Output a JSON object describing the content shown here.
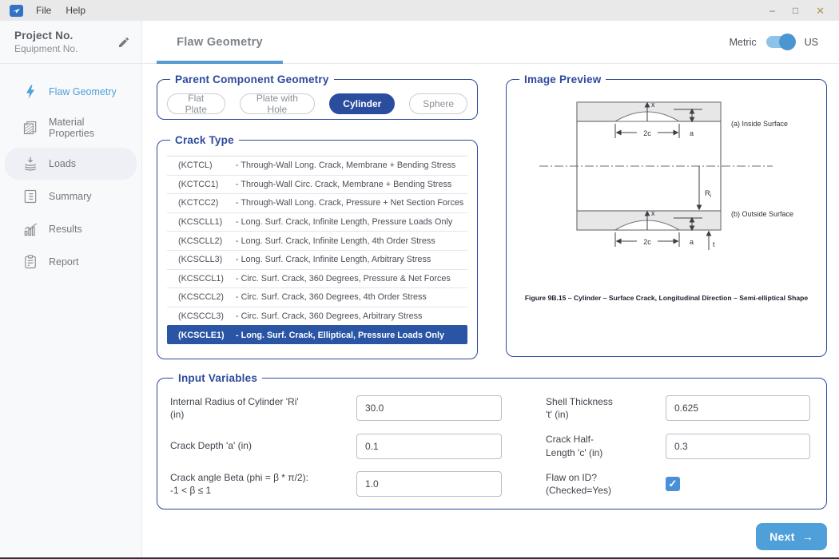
{
  "colors": {
    "accent_dark": "#2a4d9e",
    "accent_blue": "#4f9fd9",
    "selected_row": "#2a55a5",
    "close_button": "#b0954d",
    "tab_underline": "#5b9bd5"
  },
  "titlebar": {
    "menus": [
      "File",
      "Help"
    ],
    "minimize": "–",
    "maximize": "□",
    "close": "✕"
  },
  "sidebar": {
    "project_no": "Project No.",
    "equipment_no": "Equipment No.",
    "items": [
      {
        "label": "Flaw Geometry",
        "active": true
      },
      {
        "label": "Material Properties",
        "active": false
      },
      {
        "label": "Loads",
        "active": false
      },
      {
        "label": "Summary",
        "active": false
      },
      {
        "label": "Results",
        "active": false
      },
      {
        "label": "Report",
        "active": false
      }
    ]
  },
  "header": {
    "tab_label": "Flaw Geometry",
    "metric_label": "Metric",
    "us_label": "US"
  },
  "geometry_section": {
    "legend": "Parent Component Geometry",
    "options": [
      {
        "label": "Flat Plate",
        "selected": false
      },
      {
        "label": "Plate with Hole",
        "selected": false
      },
      {
        "label": "Cylinder",
        "selected": true
      },
      {
        "label": "Sphere",
        "selected": false
      }
    ]
  },
  "crack_section": {
    "legend": "Crack Type",
    "items": [
      {
        "code": "(KCTCL)",
        "desc": "- Through-Wall Long. Crack, Membrane + Bending Stress",
        "selected": false
      },
      {
        "code": "(KCTCC1)",
        "desc": "- Through-Wall Circ. Crack, Membrane + Bending Stress",
        "selected": false
      },
      {
        "code": "(KCTCC2)",
        "desc": "- Through-Wall Long. Crack, Pressure + Net Section Forces",
        "selected": false
      },
      {
        "code": "(KCSCLL1)",
        "desc": "- Long. Surf. Crack, Infinite Length, Pressure Loads Only",
        "selected": false
      },
      {
        "code": "(KCSCLL2)",
        "desc": "- Long. Surf. Crack, Infinite Length, 4th Order Stress",
        "selected": false
      },
      {
        "code": "(KCSCLL3)",
        "desc": "- Long. Surf. Crack, Infinite Length, Arbitrary Stress",
        "selected": false
      },
      {
        "code": "(KCSCCL1)",
        "desc": "- Circ. Surf. Crack, 360 Degrees, Pressure & Net Forces",
        "selected": false
      },
      {
        "code": "(KCSCCL2)",
        "desc": "- Circ. Surf. Crack, 360 Degrees, 4th Order Stress",
        "selected": false
      },
      {
        "code": "(KCSCCL3)",
        "desc": "- Circ. Surf. Crack, 360 Degrees, Arbitrary Stress",
        "selected": false
      },
      {
        "code": "(KCSCLE1)",
        "desc": "- Long. Surf. Crack, Elliptical, Pressure Loads Only",
        "selected": true
      }
    ]
  },
  "preview_section": {
    "legend": "Image Preview",
    "caption": "Figure 9B.15 – Cylinder – Surface Crack, Longitudinal Direction – Semi-elliptical Shape",
    "diagram": {
      "x_label": "x",
      "half_length_label": "2c",
      "depth_label": "a",
      "thickness_label": "t",
      "radius_main": "R",
      "radius_sub": "i",
      "inside_label": "(a) Inside Surface",
      "outside_label": "(b) Outside Surface"
    }
  },
  "inputs_section": {
    "legend": "Input Variables",
    "fields": [
      {
        "label": "Internal Radius of Cylinder 'Ri' (in)",
        "value": "30.0"
      },
      {
        "label": "Shell Thickness 't' (in)",
        "value": "0.625"
      },
      {
        "label": "Crack Depth 'a' (in)",
        "value": "0.1"
      },
      {
        "label": "Crack Half-Length 'c' (in)",
        "value": "0.3"
      },
      {
        "label": "Crack angle Beta (phi = β * π/2): -1 < β ≤ 1",
        "value": "1.0"
      }
    ],
    "checkbox": {
      "label": "Flaw on ID? (Checked=Yes)",
      "checked": true,
      "mark": "✓"
    }
  },
  "footer": {
    "next_label": "Next",
    "next_arrow": "→"
  }
}
